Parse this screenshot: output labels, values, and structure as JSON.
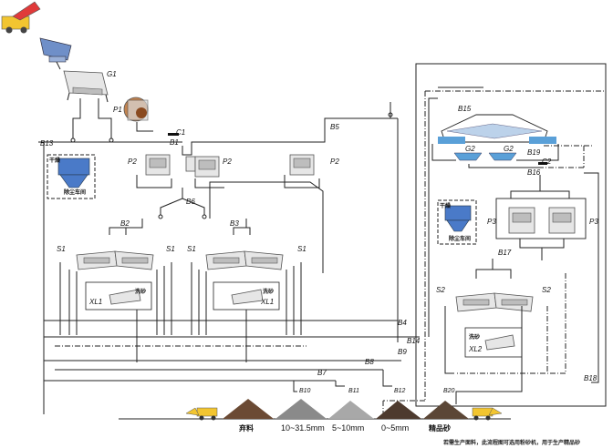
{
  "labels": {
    "G1": "G1",
    "P1": "P1",
    "C1": "C1",
    "B1": "B1",
    "B13": "B13",
    "B5": "B5",
    "P2a": "P2",
    "P2b": "P2",
    "P2c": "P2",
    "B6": "B6",
    "B2": "B2",
    "B3": "B3",
    "S1a": "S1",
    "S1b": "S1",
    "S1c": "S1",
    "S1d": "S1",
    "XL1a": "XL1",
    "XL1b": "XL1",
    "B4": "B4",
    "B14": "B14",
    "B9": "B9",
    "B8": "B8",
    "B7": "B7",
    "B10": "B10",
    "B11": "B11",
    "B12": "B12",
    "B20": "B20",
    "B15": "B15",
    "G2a": "G2",
    "G2b": "G2",
    "B19": "B19",
    "C2": "C2",
    "B16": "B16",
    "P3a": "P3",
    "P3b": "P3",
    "B17": "B17",
    "S2a": "S2",
    "S2b": "S2",
    "XL2": "XL2",
    "B18": "B18"
  },
  "cn": {
    "dry1": "干燥",
    "dust1": "除尘车间",
    "dry2": "干燥",
    "dust2": "除尘车间",
    "wash1": "洗砂",
    "wash2": "洗砂",
    "wash3": "洗砂"
  },
  "products": [
    "弃料",
    "10~31.5mm",
    "5~10mm",
    "0~5mm",
    "精品砂"
  ],
  "footnote": "若需生产面料，此流程图可选用粉砂机，用于生产精品砂"
}
